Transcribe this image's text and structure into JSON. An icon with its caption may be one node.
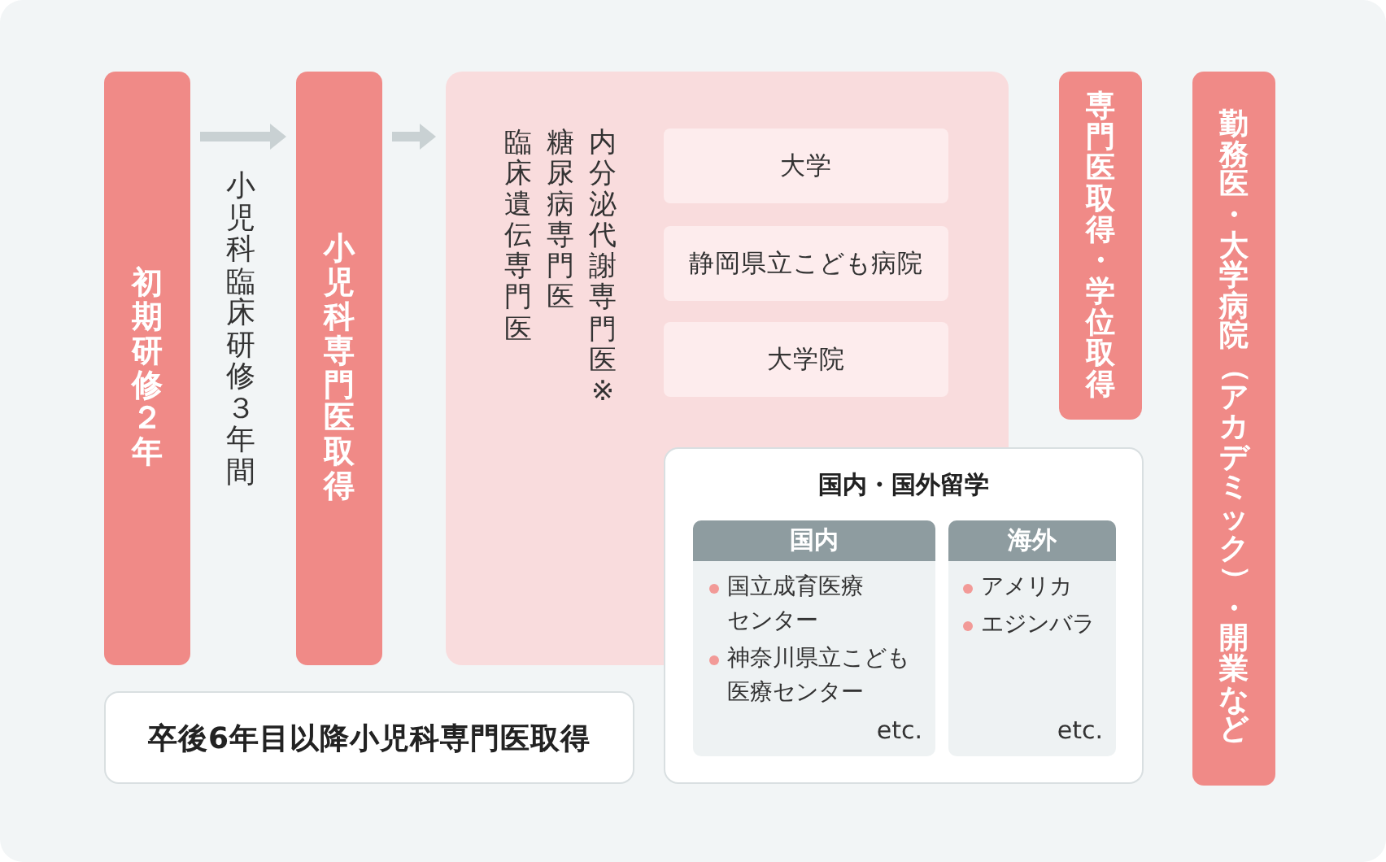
{
  "diagram": {
    "nodes": [
      {
        "text": [
          "初期研修２年"
        ]
      },
      {
        "text": [
          "小児科専門医取得"
        ]
      },
      {
        "text": [
          "臨床遺伝専門医",
          "糖尿病専門医",
          "内分泌代謝専門医※"
        ]
      },
      {
        "text": [
          "大学"
        ],
        "in": 2
      },
      {
        "text": [
          "静岡県立こども病院"
        ],
        "in": 2
      },
      {
        "text": [
          "大学院"
        ],
        "in": 2
      },
      {
        "text": [
          "国内・国外留学"
        ]
      },
      {
        "text": [
          "国内",
          "国立成育医療センター",
          "神奈川県立こども医療センター",
          "etc."
        ],
        "in": 6
      },
      {
        "text": [
          "海外",
          "アメリカ",
          "エジンバラ",
          "etc."
        ],
        "in": 6
      },
      {
        "text": [
          "専門医取得・学位取得"
        ]
      },
      {
        "text": [
          "勤務医・大学病院（アカデミック）・開業など"
        ]
      },
      {
        "text": [
          "卒後6年目以降小児科専門医取得"
        ]
      }
    ],
    "edges": [
      {
        "from": 0,
        "to": 1,
        "arrow": "to",
        "label": "小児科臨床研修３年間"
      },
      {
        "from": 1,
        "to": 2,
        "arrow": "to"
      }
    ]
  }
}
